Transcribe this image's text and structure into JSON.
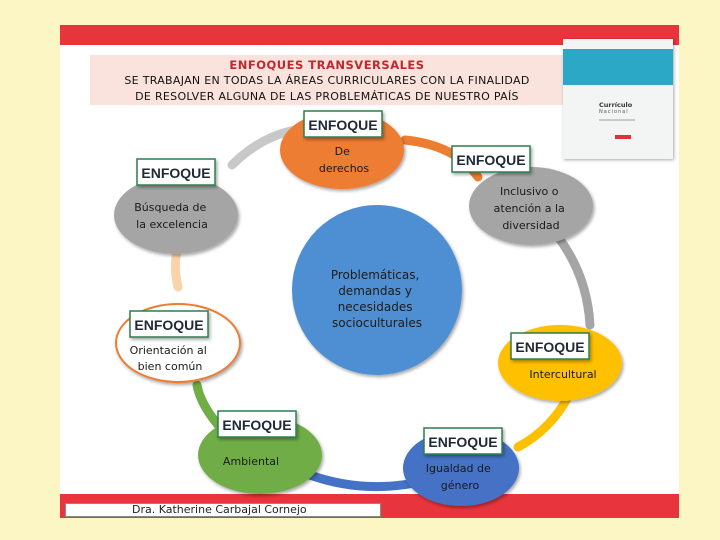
{
  "title": {
    "line1": "ENFOQUES TRANSVERSALES",
    "line2": "SE TRABAJAN EN TODAS LA ÁREAS CURRICULARES CON LA FINALIDAD",
    "line3": "DE RESOLVER ALGUNA DE LAS PROBLEMÁTICAS DE NUESTRO PAÍS"
  },
  "book": {
    "title": "Currículo",
    "subtitle": "Nacional"
  },
  "center": {
    "lines": [
      "Problemáticas,",
      "demandas y",
      "necesidades",
      "socioculturales"
    ],
    "color": "#4d8fd2"
  },
  "enfoque_label": "ENFOQUE",
  "nodes": [
    {
      "id": "derechos",
      "lines": [
        "De",
        "derechos"
      ],
      "color": "#ed7d31"
    },
    {
      "id": "inclusivo",
      "lines": [
        "Inclusivo o",
        "atención a la",
        "diversidad"
      ],
      "color": "#a5a5a5"
    },
    {
      "id": "intercultural",
      "lines": [
        "Intercultural"
      ],
      "color": "#ffc000"
    },
    {
      "id": "igualdad",
      "lines": [
        "Igualdad de",
        "género"
      ],
      "color": "#4472c4"
    },
    {
      "id": "ambiental",
      "lines": [
        "Ambiental"
      ],
      "color": "#70ad47"
    },
    {
      "id": "orientacion",
      "lines": [
        "Orientación al",
        "bien común"
      ],
      "color": "#ed7d31"
    },
    {
      "id": "busqueda",
      "lines": [
        "Búsqueda de",
        "la excelencia"
      ],
      "color": "#a5a5a5"
    }
  ],
  "credit": "Dra. Katherine Carbajal Cornejo"
}
